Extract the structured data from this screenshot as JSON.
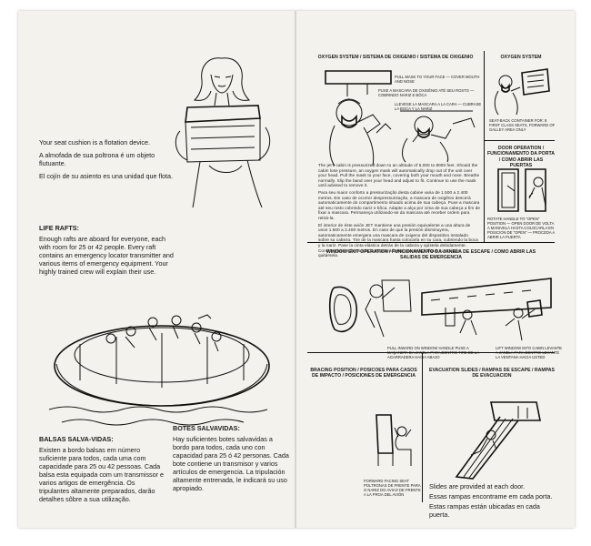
{
  "left_panel": {
    "cushion": {
      "en": "Your seat cushion is a flotation device.",
      "pt": "A almofada de sua poltrona é um objeto flutuante.",
      "es": "El cojín de su asiento es una unidad que flota."
    },
    "life_rafts": {
      "heading": "LIFE RAFTS:",
      "body": "Enough rafts are aboard for everyone, each with room for 25 or 42 people. Every raft contains an emergency locator transmitter and various items of emergency equipment. Your highly trained crew will explain their use."
    },
    "balsas": {
      "heading": "BALSAS SALVA-VIDAS:",
      "body": "Existen a bordo balsas em número suficiente para todos, cada uma com capacidade para 25 ou 42 pessoas. Cada balsa esta equipada com um transmissor e varios artigos de emergência. Os tripulantes altamente preparados, darão detalhes sôbre a sua utilização."
    },
    "botes": {
      "heading": "BOTES SALVAVIDAS:",
      "body": "Hay suficientes botes salvavidas a bordo para todos, cada uno con capacidad para 25 ó 42 personas. Cada bote contiene un transmisor y varios artículos de emergencia. La tripulación altamente entrenada, le indicará su uso apropiado."
    }
  },
  "oxygen": {
    "heading": "OXYGEN SYSTEM / SISTEMA DE OXIGENIO / SISTEMA DE OXIGENIO",
    "cap1": "PULL MASK TO YOUR FACE — COVER MOUTH AND NOSE",
    "cap2": "PUXE A MASCARA DE OXIGÊNIO ATÉ SEU ROSTO — COBRINDO NARIZ E BÔCA",
    "cap3": "LLEVESE LA MASCARA A LA CARA — CUBRASE LA BOCA Y LA NARIZ",
    "body_en": "The jet's cabin is pressurized down to an altitude of 5,000 to 8000 feet. Should the cabin lose pressure, an oxygen mask will automatically drop out of the unit over your head. Pull the mask to your face, covering both your mouth and nose. Breathe normally. Slip the band over your head and adjust to fit. Continue to use the mask until advised to remove it.",
    "body_pt": "Para seu maior conforto a pressurização desta cabine varia de 1.500 a 2.400 metros. Em caso de ocorrer despressurização, a mascara de oxigênio descerá automaticamente do compartimento situado acima de sua cabeça. Puxe a mascara até seu rosto cobrindo nariz e bôca. Adapte a alça por cima de sua cabeça a fim de fixar a mascara. Permaneça utilizando-se da mascara até receber ordem para retirá-la.",
    "body_es": "El interior de éste avión JET mantiene una presión equivalente a una altura de unos 1.500 a 2.400 metros. En caso de que la presión disminuyera, automaticamente emergera una mascara de oxigeno del dispositivo instalado sobre su cabeza. Tire de la mascara hasta colocarla en su cara, cubriendo la boca y la nariz. Pase la cinta elástica detrás de la cabeza y ajústela debidamente. Continue haciendo uso de la mascara hasta que se le indique que puede quitársela."
  },
  "oxygen_small": {
    "heading": "OXYGEN SYSTEM",
    "caption": "SEAT-BACK CONTAINER FOR: 8 FIRST CLASS SEATS, FORWARD OF GALLEY AREA ONLY"
  },
  "door": {
    "heading": "DOOR OPERATION / FUNCIONAMENTO DA PORTA / COMO ABRIR LAS PUERTAS",
    "caption": "ROTATE HANDLE TO \"OPEN\" POSITION — OPEN DOOR DE VOLTA A MANIVELA HASTA COLOCARLA EN POSICION DE \"OPEN\" — PROCEDA A ABRIR LA PUERTA"
  },
  "window": {
    "heading": "WINDOW EXIT OPERATION / FUNCIONAMENTO DA JANELA DE ESCAPE / COMO ABRIR LAS SALIDAS DE EMERGENCIA",
    "cap_left": "PULL INWARD ON WINDOW HANDLE PUXE A MAÇANETA DA JANELA PARA DENTRO TIRE DE LA AGARRADERA HACIA ABAJO",
    "cap_right": "LIFT WINDOW INTO CABIN LEVANTE A JANELA PARA DENTRO LEVANTE LA VENTANA HACIA USTED"
  },
  "bracing": {
    "heading": "BRACING POSITION / POSICOES PARA CASOS DE IMPACTO / POSICIONES DE EMERGENCIA",
    "caption": "FORWARD FACING SEAT POLTRONAS DE FRENTE PARA O NARIZ DO AVIAO DE FRENTE A LA PROA DEL AVIÓN"
  },
  "slides": {
    "heading": "EVACUATION SLIDES / RAMPAS DE ESCAPE / RAMPAS DE EVACUACION",
    "en": "Slides are provided at each door.",
    "pt": "Essas rampas encontrame em cada porta.",
    "es": "Estas rampas están ubicadas en cada puerta."
  }
}
